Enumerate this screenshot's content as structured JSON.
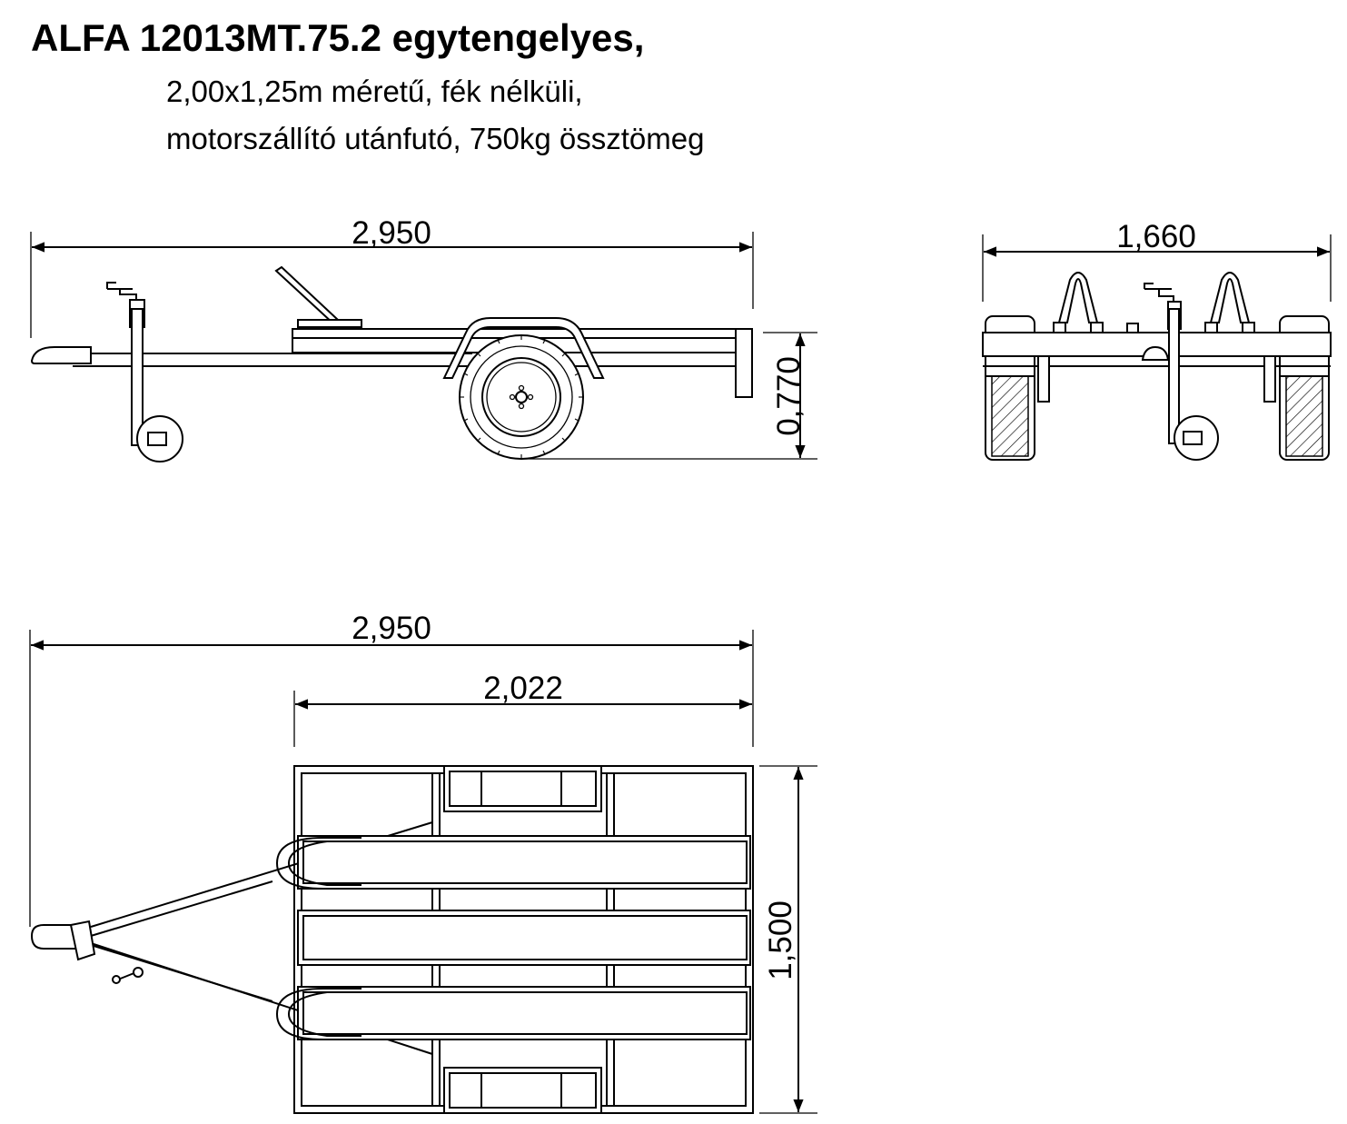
{
  "title": {
    "line1": "ALFA 12013MT.75.2 egytengelyes,",
    "line2": "2,00x1,25m méretű, fék nélküli,",
    "line3": "motorszállító utánfutó, 750kg össztömeg"
  },
  "dimensions": {
    "side_length": "2,950",
    "side_height": "0,770",
    "rear_width": "1,660",
    "top_length": "2,950",
    "top_bed_length": "2,022",
    "top_width": "1,500"
  },
  "colors": {
    "line": "#000000",
    "background": "#ffffff"
  }
}
